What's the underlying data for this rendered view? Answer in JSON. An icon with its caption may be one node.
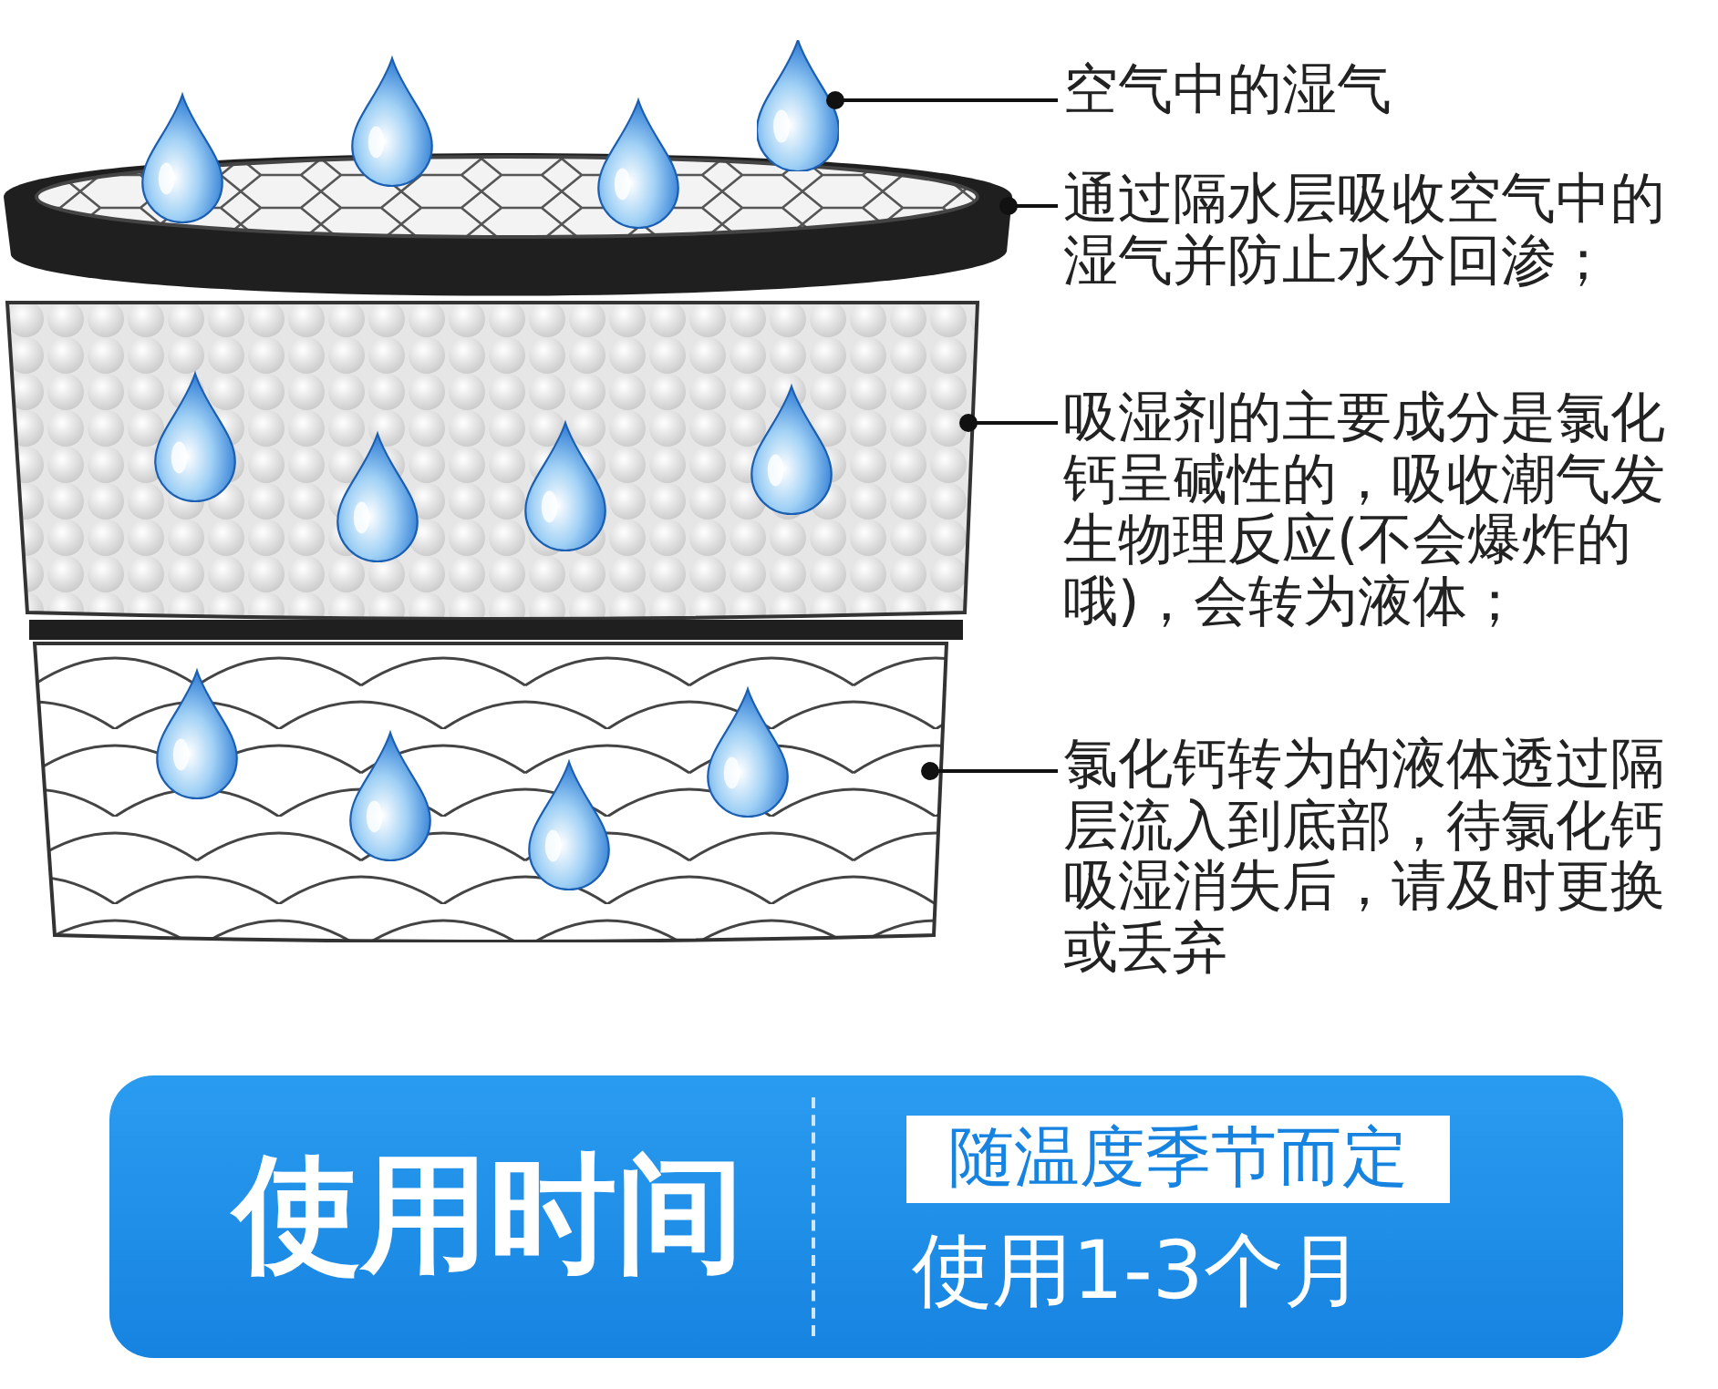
{
  "diagram": {
    "nodes": [
      {
        "text": [
          "空气中的湿气"
        ]
      },
      {
        "text": [],
        "shape": "drop"
      },
      {
        "text": [
          "通过隔水层吸收空气中的湿气并防止水分回渗；"
        ]
      },
      {
        "text": [],
        "shape": "band"
      },
      {
        "text": [
          "吸湿剂的主要成分是氯化钙呈碱性的，吸收潮气发生物理反应(不会爆炸的哦)，会转为液体；"
        ]
      },
      {
        "text": [],
        "shape": "box"
      },
      {
        "text": [
          "氯化钙转为的液体透过隔层流入到底部，待氯化钙吸湿消失后，请及时更换或丢弃"
        ]
      },
      {
        "text": [],
        "shape": "box"
      },
      {
        "text": [
          "使用时间",
          "使用1-3个月"
        ]
      },
      {
        "text": [
          "随温度季节而定"
        ],
        "in": 8
      }
    ],
    "edges": [
      {
        "from": 0,
        "to": 1,
        "arrow": "other"
      },
      {
        "from": 2,
        "to": 3,
        "arrow": "other"
      },
      {
        "from": 4,
        "to": 5,
        "arrow": "other"
      },
      {
        "from": 6,
        "to": 7,
        "arrow": "other"
      }
    ]
  }
}
